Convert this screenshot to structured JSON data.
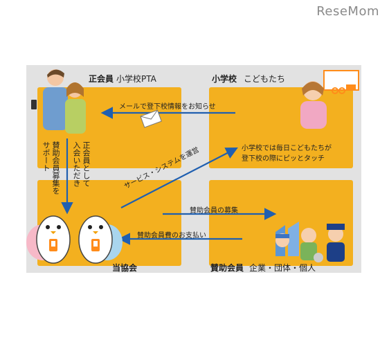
{
  "watermark": "ReseMom",
  "nodes": {
    "seikaiin": {
      "title": "正会員",
      "subtitle": "小学校PTA"
    },
    "school": {
      "title": "小学校",
      "subtitle": "こどもたち"
    },
    "kyokai": {
      "title": "当協会"
    },
    "sanjo": {
      "title": "賛助会員",
      "subtitle": "企業・団体・個人"
    }
  },
  "edges": {
    "mail": "メールで登下校情報をお知らせ",
    "service": "サービス・システムを運営",
    "recruit": "賛助会員の募集",
    "payment": "賛助会員費のお支払い",
    "school_line1": "小学校では毎日こどもたちが",
    "school_line2": "登下校の際にピッとタッチ",
    "pta_col1": "正会員として",
    "pta_col2": "入会いただき",
    "pta_col3": "賛助会員募集を",
    "pta_col4": "サポート"
  },
  "colors": {
    "box": "#f3b01f",
    "arrow": "#1f5fb0",
    "panel": "#e2e2e2"
  }
}
